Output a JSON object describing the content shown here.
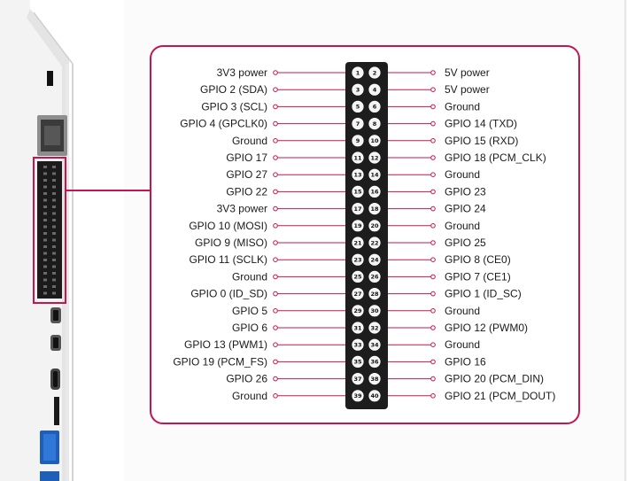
{
  "colors": {
    "accent": "#c5154f",
    "header_body": "#1d1d1d",
    "board_shell": "#f2f2f2",
    "usb3": "#2f78d8"
  },
  "left_labels": [
    "3V3 power",
    "GPIO 2 (SDA)",
    "GPIO 3 (SCL)",
    "GPIO 4 (GPCLK0)",
    "Ground",
    "GPIO 17",
    "GPIO 27",
    "GPIO 22",
    "3V3 power",
    "GPIO 10 (MOSI)",
    "GPIO 9 (MISO)",
    "GPIO 11 (SCLK)",
    "Ground",
    "GPIO 0 (ID_SD)",
    "GPIO 5",
    "GPIO 6",
    "GPIO 13 (PWM1)",
    "GPIO 19 (PCM_FS)",
    "GPIO 26",
    "Ground"
  ],
  "right_labels": [
    "5V power",
    "5V power",
    "Ground",
    "GPIO 14 (TXD)",
    "GPIO 15 (RXD)",
    "GPIO 18 (PCM_CLK)",
    "Ground",
    "GPIO 23",
    "GPIO 24",
    "Ground",
    "GPIO 25",
    "GPIO 8 (CE0)",
    "GPIO 7 (CE1)",
    "GPIO 1 (ID_SC)",
    "Ground",
    "GPIO 12 (PWM0)",
    "Ground",
    "GPIO 16",
    "GPIO 20 (PCM_DIN)",
    "GPIO 21 (PCM_DOUT)"
  ],
  "pin_numbers": [
    [
      "1",
      "2"
    ],
    [
      "3",
      "4"
    ],
    [
      "5",
      "6"
    ],
    [
      "7",
      "8"
    ],
    [
      "9",
      "10"
    ],
    [
      "11",
      "12"
    ],
    [
      "13",
      "14"
    ],
    [
      "15",
      "16"
    ],
    [
      "17",
      "18"
    ],
    [
      "19",
      "20"
    ],
    [
      "21",
      "22"
    ],
    [
      "23",
      "24"
    ],
    [
      "25",
      "26"
    ],
    [
      "27",
      "28"
    ],
    [
      "29",
      "30"
    ],
    [
      "31",
      "32"
    ],
    [
      "33",
      "34"
    ],
    [
      "35",
      "36"
    ],
    [
      "37",
      "38"
    ],
    [
      "39",
      "40"
    ]
  ],
  "icons": [
    "ethernet-port-icon",
    "gpio-header-icon",
    "micro-hdmi-port-icon",
    "usb-c-port-icon",
    "sd-card-slot-icon",
    "usb3-port-icon"
  ]
}
